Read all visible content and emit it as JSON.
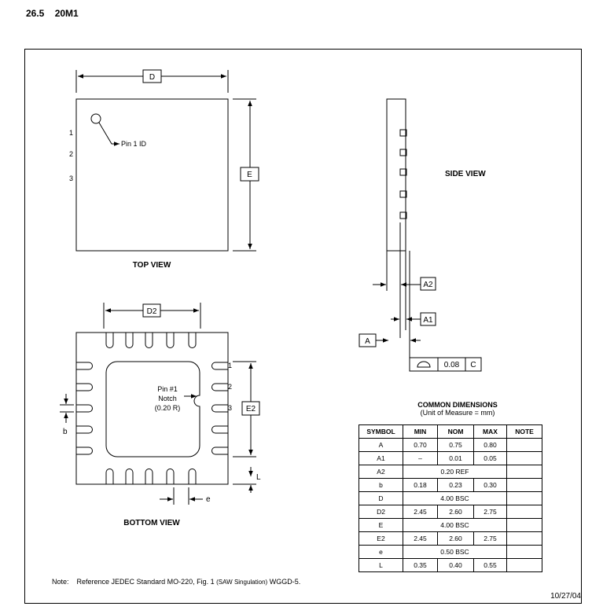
{
  "heading": {
    "number": "26.5",
    "name": "20M1"
  },
  "top_view": {
    "title": "TOP VIEW",
    "dim_width": "D",
    "dim_height": "E",
    "pin1_label": "Pin 1 ID",
    "pin_numbers": [
      "1",
      "2",
      "3"
    ]
  },
  "side_view": {
    "title": "SIDE VIEW",
    "dim_a2": "A2",
    "dim_a1": "A1",
    "dim_a": "A",
    "flatness": {
      "value": "0.08",
      "datum": "C"
    }
  },
  "bottom_view": {
    "title": "BOTTOM VIEW",
    "dim_pad_width": "D2",
    "dim_pad_height": "E2",
    "dim_b": "b",
    "dim_l": "L",
    "dim_e": "e",
    "notch_label": [
      "Pin #1",
      "Notch",
      "(0.20 R)"
    ],
    "pin_numbers": [
      "1",
      "2",
      "3"
    ]
  },
  "dimensions": {
    "title": "COMMON DIMENSIONS",
    "subtitle": "(Unit of Measure = mm)",
    "headers": [
      "SYMBOL",
      "MIN",
      "NOM",
      "MAX",
      "NOTE"
    ],
    "rows": [
      [
        "A",
        "0.70",
        "0.75",
        "0.80",
        ""
      ],
      [
        "A1",
        "–",
        "0.01",
        "0.05",
        ""
      ],
      [
        "A2",
        "0.20 REF",
        "",
        "",
        ""
      ],
      [
        "b",
        "0.18",
        "0.23",
        "0.30",
        ""
      ],
      [
        "D",
        "4.00 BSC",
        "",
        "",
        ""
      ],
      [
        "D2",
        "2.45",
        "2.60",
        "2.75",
        ""
      ],
      [
        "E",
        "4.00 BSC",
        "",
        "",
        ""
      ],
      [
        "E2",
        "2.45",
        "2.60",
        "2.75",
        ""
      ],
      [
        "e",
        "0.50 BSC",
        "",
        "",
        ""
      ],
      [
        "L",
        "0.35",
        "0.40",
        "0.55",
        ""
      ]
    ]
  },
  "note": {
    "label": "Note:",
    "text": "Reference JEDEC Standard MO-220, Fig. 1",
    "sub": "(SAW Singulation)",
    "doc": "WGGD-5."
  },
  "date": "10/27/04"
}
